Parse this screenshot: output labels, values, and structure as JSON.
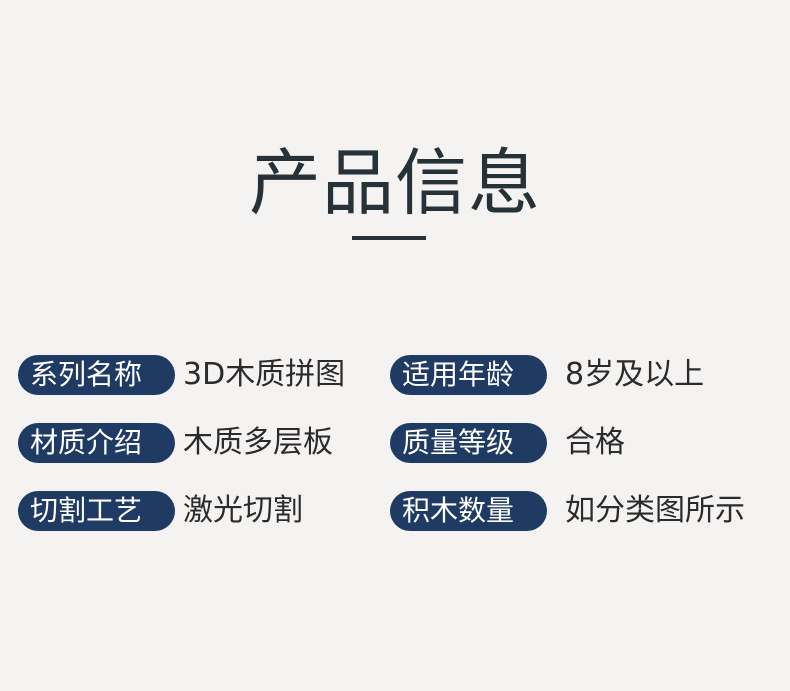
{
  "title": "产品信息",
  "specs": [
    {
      "label": "系列名称",
      "value": "3D木质拼图"
    },
    {
      "label": "适用年龄",
      "value": "8岁及以上"
    },
    {
      "label": "材质介绍",
      "value": "木质多层板"
    },
    {
      "label": "质量等级",
      "value": "合格"
    },
    {
      "label": "切割工艺",
      "value": "激光切割"
    },
    {
      "label": "积木数量",
      "value": "如分类图所示"
    }
  ],
  "colors": {
    "background": "#f5f3f2",
    "badge": "#1f3a63",
    "title": "#263238",
    "text": "#2b2b2b"
  }
}
